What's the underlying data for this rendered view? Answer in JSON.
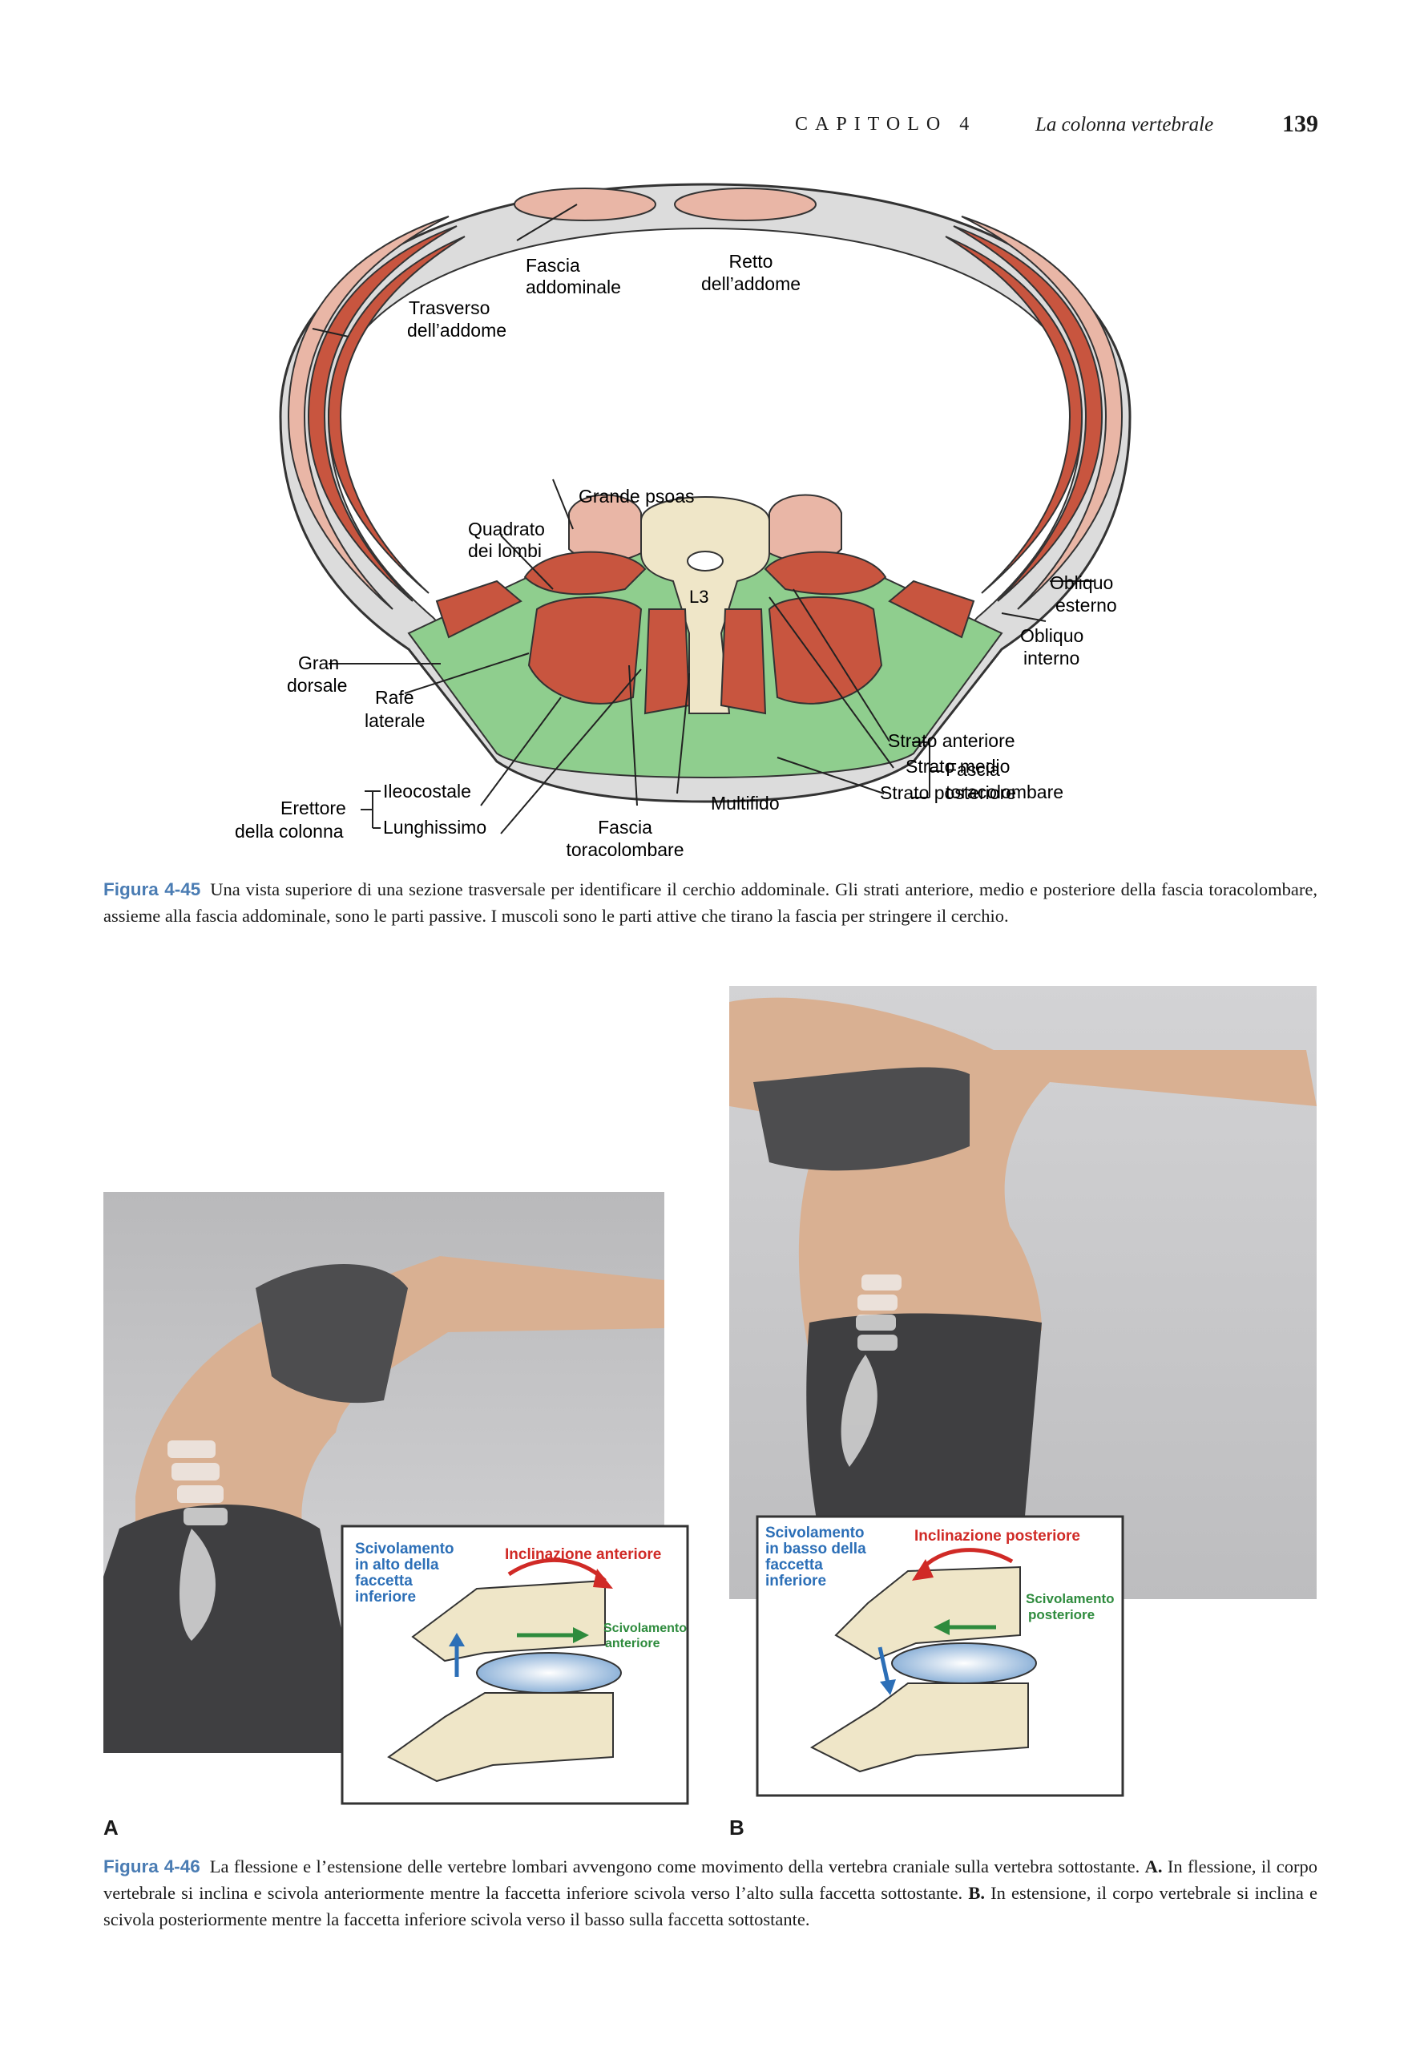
{
  "header": {
    "chapter": "CAPITOLO 4",
    "title": "La colonna vertebrale",
    "page": "139"
  },
  "figure45": {
    "labels": {
      "fascia_addominale_1": "Fascia",
      "fascia_addominale_2": "addominale",
      "retto_1": "Retto",
      "retto_2": "dell’addome",
      "trasverso_1": "Trasverso",
      "trasverso_2": "dell’addome",
      "grande_psoas": "Grande psoas",
      "quadrato_1": "Quadrato",
      "quadrato_2": "dei lombi",
      "l3": "L3",
      "obliquo_est_1": "Obliquo",
      "obliquo_est_2": "esterno",
      "obliquo_int_1": "Obliquo",
      "obliquo_int_2": "interno",
      "gran_dorsale_1": "Gran",
      "gran_dorsale_2": "dorsale",
      "rafe_1": "Rafe",
      "rafe_2": "laterale",
      "strato_anteriore": "Strato anteriore",
      "strato_medio": "Strato medio",
      "strato_posteriore": "Strato posteriore",
      "fascia_tl_1": "Fascia",
      "fascia_tl_2": "toracolombare",
      "erettore_1": "Erettore",
      "erettore_2": "della colonna",
      "ileocostale": "Ileocostale",
      "lunghissimo": "Lunghissimo",
      "multifido": "Multifido",
      "fascia_tl_bottom_1": "Fascia",
      "fascia_tl_bottom_2": "toracolombare"
    },
    "caption_label": "Figura 4-45",
    "caption_text": "Una vista superiore di una sezione trasversale per identificare il cerchio addominale. Gli strati anteriore, medio e posteriore della fascia toracolombare, assieme alla fascia addominale, sono le parti passive. I muscoli sono le parti attive che tirano la fascia per stringere il cerchio."
  },
  "figure46": {
    "panel_a": {
      "letter": "A",
      "slide_label_1": "Scivolamento",
      "slide_label_2": "in alto della",
      "slide_label_3": "faccetta",
      "slide_label_4": "inferiore",
      "tilt_label": "Inclinazione anteriore",
      "body_slide_1": "Scivolamento",
      "body_slide_2": "anteriore"
    },
    "panel_b": {
      "letter": "B",
      "slide_label_1": "Scivolamento",
      "slide_label_2": "in basso della",
      "slide_label_3": "faccetta",
      "slide_label_4": "inferiore",
      "tilt_label": "Inclinazione posteriore",
      "body_slide_1": "Scivolamento",
      "body_slide_2": "posteriore"
    },
    "caption_label": "Figura 4-46",
    "caption_text_1": "La flessione e l’estensione delle vertebre lombari avvengono come movimento della vertebra craniale sulla vertebra sottostante.",
    "caption_a": "A.",
    "caption_text_2": "In flessione, il corpo vertebrale si inclina e scivola anteriormente mentre la faccetta inferiore scivola verso l’alto sulla faccetta sottostante.",
    "caption_b": "B.",
    "caption_text_3": "In estensione, il corpo vertebrale si inclina e scivola posteriormente mentre la faccetta inferiore scivola verso il basso sulla faccetta sottostante."
  },
  "colors": {
    "muscle": "#c8553f",
    "muscle_light": "#e9b6a6",
    "fascia_green": "#8fce8e",
    "fascia_grey": "#d9d9d9",
    "bone": "#efe6c8",
    "caption_blue": "#4a7cb3",
    "arrow_red": "#d02a26",
    "arrow_green": "#2e8b3d",
    "arrow_blue": "#2c6fb7"
  }
}
